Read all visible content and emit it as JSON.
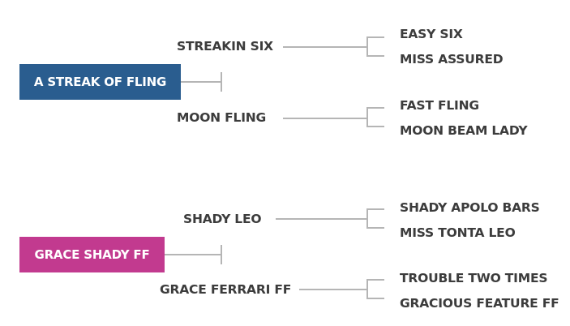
{
  "colors": {
    "pedigree_1_box": "#2a5d8f",
    "pedigree_2_box": "#c23a8f",
    "line": "#b5b5b5",
    "text": "#3c3c3c"
  },
  "pedigrees": [
    {
      "subject": "A STREAK OF FLING",
      "sire": {
        "name": "STREAKIN SIX",
        "sire": "EASY SIX",
        "dam": "MISS ASSURED"
      },
      "dam": {
        "name": "MOON FLING",
        "sire": "FAST FLING",
        "dam": "MOON BEAM LADY"
      }
    },
    {
      "subject": "GRACE SHADY FF",
      "sire": {
        "name": "SHADY LEO",
        "sire": "SHADY APOLO BARS",
        "dam": "MISS TONTA LEO"
      },
      "dam": {
        "name": "GRACE FERRARI FF",
        "sire": "TROUBLE TWO TIMES",
        "dam": "GRACIOUS FEATURE FF"
      }
    }
  ]
}
